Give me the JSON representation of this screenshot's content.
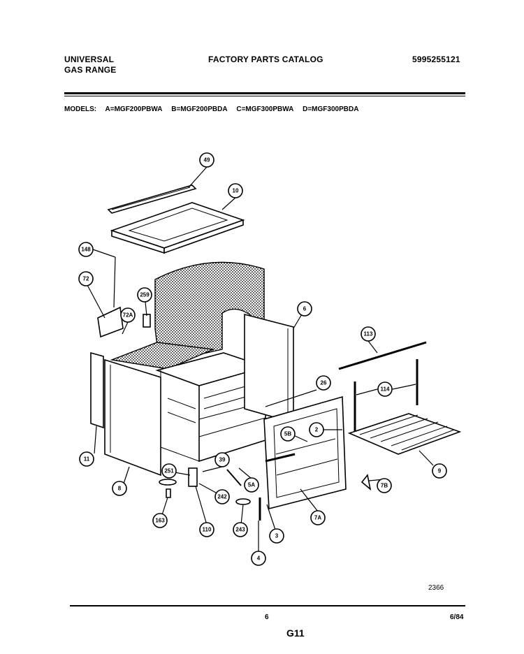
{
  "header": {
    "brand_line1": "UNIVERSAL",
    "brand_line2": "GAS RANGE",
    "catalog_title": "FACTORY PARTS CATALOG",
    "part_number": "5995255121"
  },
  "models": {
    "label": "MODELS:",
    "list": [
      "A=MGF200PBWA",
      "B=MGF200PBDA",
      "C=MGF300PBWA",
      "D=MGF300PBDA"
    ]
  },
  "callouts": [
    "49",
    "10",
    "148",
    "72",
    "259",
    "72A",
    "6",
    "113",
    "11",
    "26",
    "114",
    "2",
    "5B",
    "9",
    "8",
    "251",
    "39",
    "5A",
    "7B",
    "242",
    "7A",
    "163",
    "110",
    "243",
    "3",
    "4"
  ],
  "footer": {
    "figure_number": "2366",
    "page_number": "6",
    "date_code": "6/84",
    "section": "G11"
  }
}
